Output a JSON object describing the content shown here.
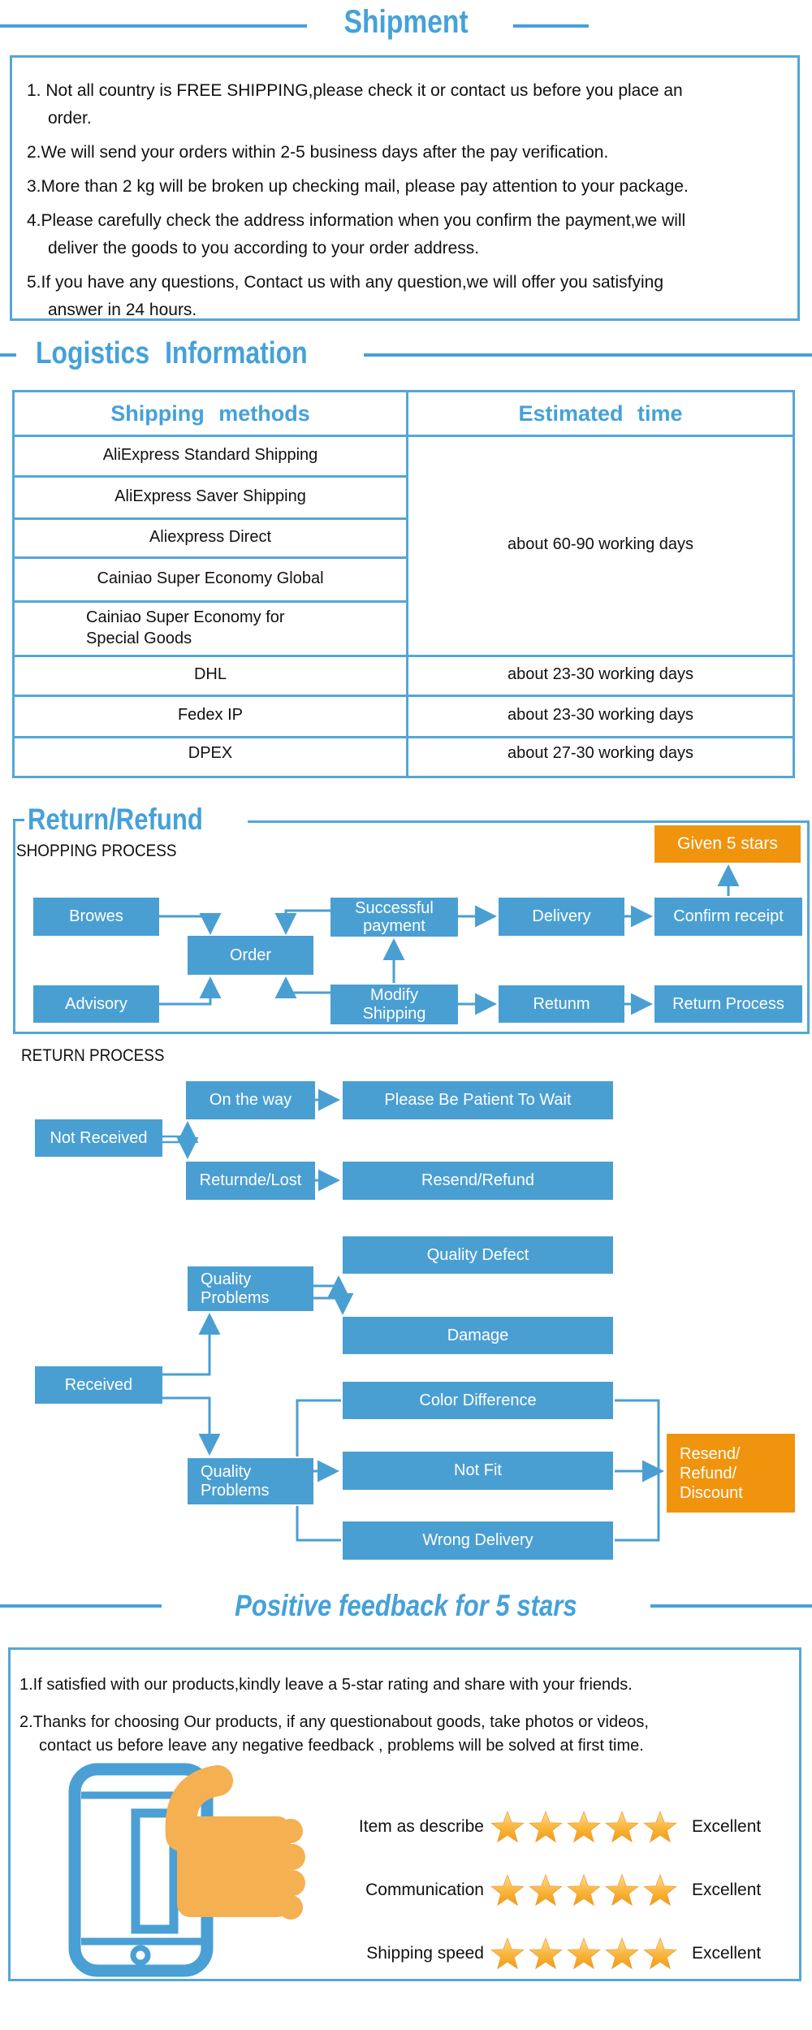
{
  "colors": {
    "box_blue": "#4a9fd2",
    "border_blue": "#54a7d6",
    "heading_blue": "#45a1d9",
    "accent_orange": "#f0940e",
    "thumb_orange": "#f5b051",
    "star_gold": "#f6a623"
  },
  "shipment": {
    "title": "Shipment",
    "notes": [
      "1. Not all country is FREE SHIPPING,please check it or contact us before you place an\norder.",
      "2.We will send your orders within 2-5 business days after the pay verification.",
      "3.More than 2 kg will be broken up checking mail, please pay attention to your package.",
      "4.Please carefully check the address information when you confirm the payment,we will\ndeliver the goods to you according to your order address.",
      "5.If you have any questions, Contact us with any question,we will offer you satisfying\nanswer in 24 hours."
    ]
  },
  "logistics": {
    "title": "Logistics Information",
    "table": {
      "col_method": "Shipping methods",
      "col_time": "Estimated time",
      "economy_methods": [
        "AliExpress Standard Shipping",
        "AliExpress Saver Shipping",
        "Aliexpress Direct",
        "Cainiao Super Economy Global",
        "Cainiao Super Economy for Special Goods"
      ],
      "economy_time": "about 60-90 working days",
      "express_rows": [
        {
          "method": "DHL",
          "time": "about 23-30 working days"
        },
        {
          "method": "Fedex IP",
          "time": "about 23-30 working days"
        },
        {
          "method": "DPEX",
          "time": "about 27-30 working days"
        }
      ]
    }
  },
  "return_refund": {
    "title": "Return/Refund",
    "shopping_process_label": "SHOPPING PROCESS",
    "return_process_label": "RETURN PROCESS",
    "nodes": {
      "browes": "Browes",
      "advisory": "Advisory",
      "order": "Order",
      "successful_payment": "Successful payment",
      "modify_shipping": "Modify\nShipping",
      "delivery": "Delivery",
      "retunm": "Retunm",
      "confirm_receipt": "Confirm receipt",
      "return_process": "Return Process",
      "given_5_stars": "Given 5 stars",
      "not_received": "Not Received",
      "on_the_way": "On the way",
      "please_be_patient": "Please Be Patient To Wait",
      "returnde_lost": "Returnde/Lost",
      "resend_refund": "Resend/Refund",
      "quality_problems_1": "Quality\nProblems",
      "quality_defect": "Quality Defect",
      "damage": "Damage",
      "received": "Received",
      "color_difference": "Color Difference",
      "quality_problems_2": "Quality\nProblems",
      "not_fit": "Not Fit",
      "wrong_delivery": "Wrong Delivery",
      "resend_refund_discount": "Resend/\nRefund/\nDiscount"
    }
  },
  "feedback": {
    "title": "Positive feedback for 5 stars",
    "notes": [
      "1.If satisfied with our products,kindly leave a 5-star rating and share with your friends.",
      "2.Thanks for choosing Our products, if any questionabout goods, take photos or videos,\ncontact us before leave any negative feedback , problems will be solved at first time."
    ],
    "ratings": [
      {
        "label": "Item as describe",
        "stars": 5,
        "value": "Excellent"
      },
      {
        "label": "Communication",
        "stars": 5,
        "value": "Excellent"
      },
      {
        "label": "Shipping speed",
        "stars": 5,
        "value": "Excellent"
      }
    ]
  }
}
